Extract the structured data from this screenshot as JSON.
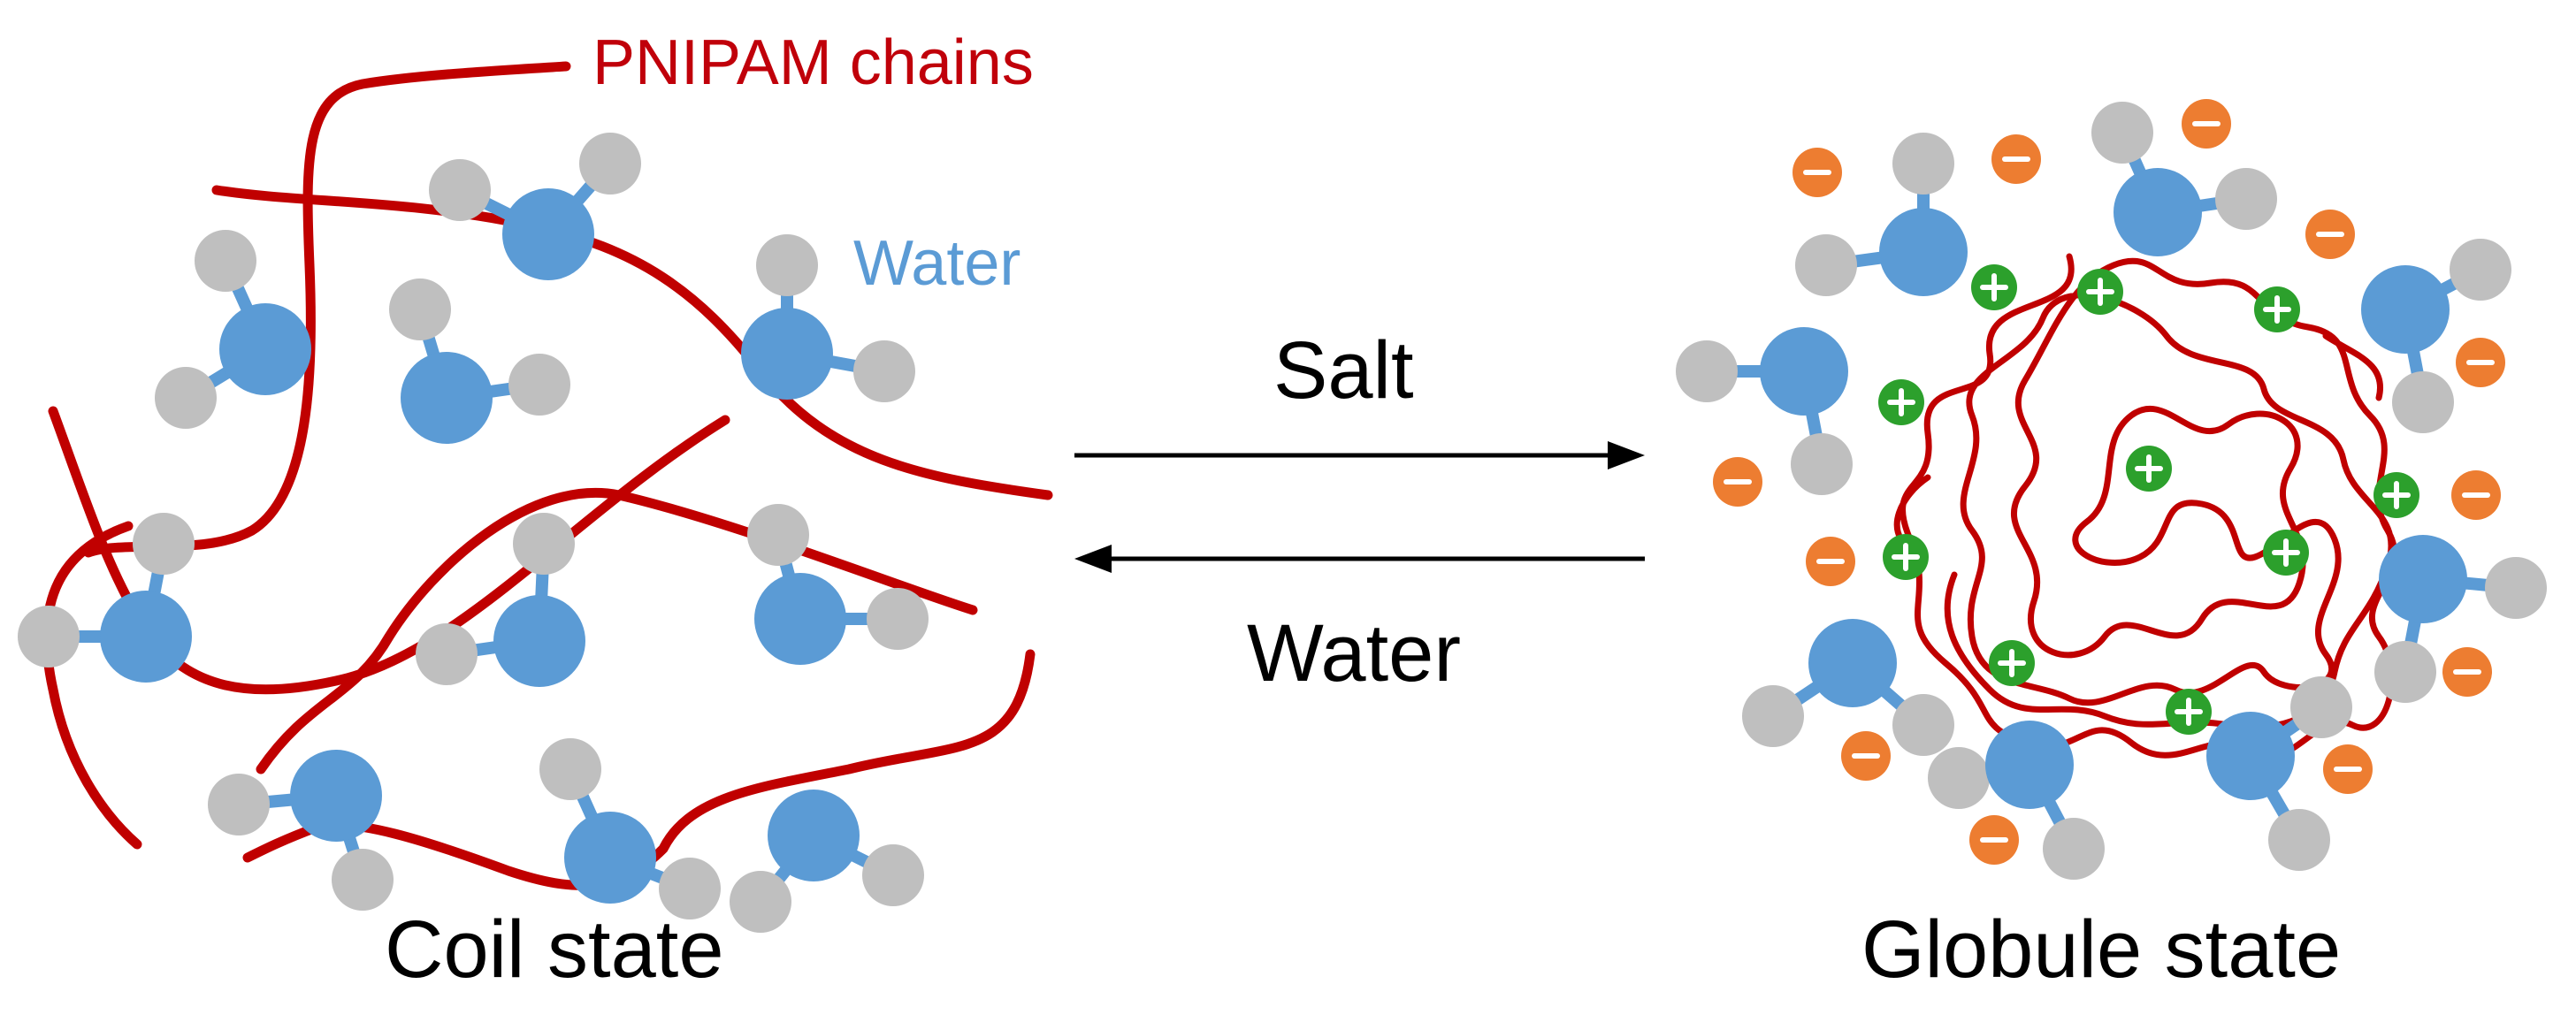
{
  "labels": {
    "pnipam": "PNIPAM chains",
    "water_molecule": "Water",
    "forward_arrow": "Salt",
    "reverse_arrow": "Water",
    "left_state": "Coil state",
    "right_state": "Globule state"
  },
  "colors": {
    "chain": "#c00000",
    "oxygen": "#5b9bd5",
    "hydrogen": "#bfbfbf",
    "cation": "#2ca02c",
    "anion": "#ed7d31",
    "text": "#000000"
  }
}
